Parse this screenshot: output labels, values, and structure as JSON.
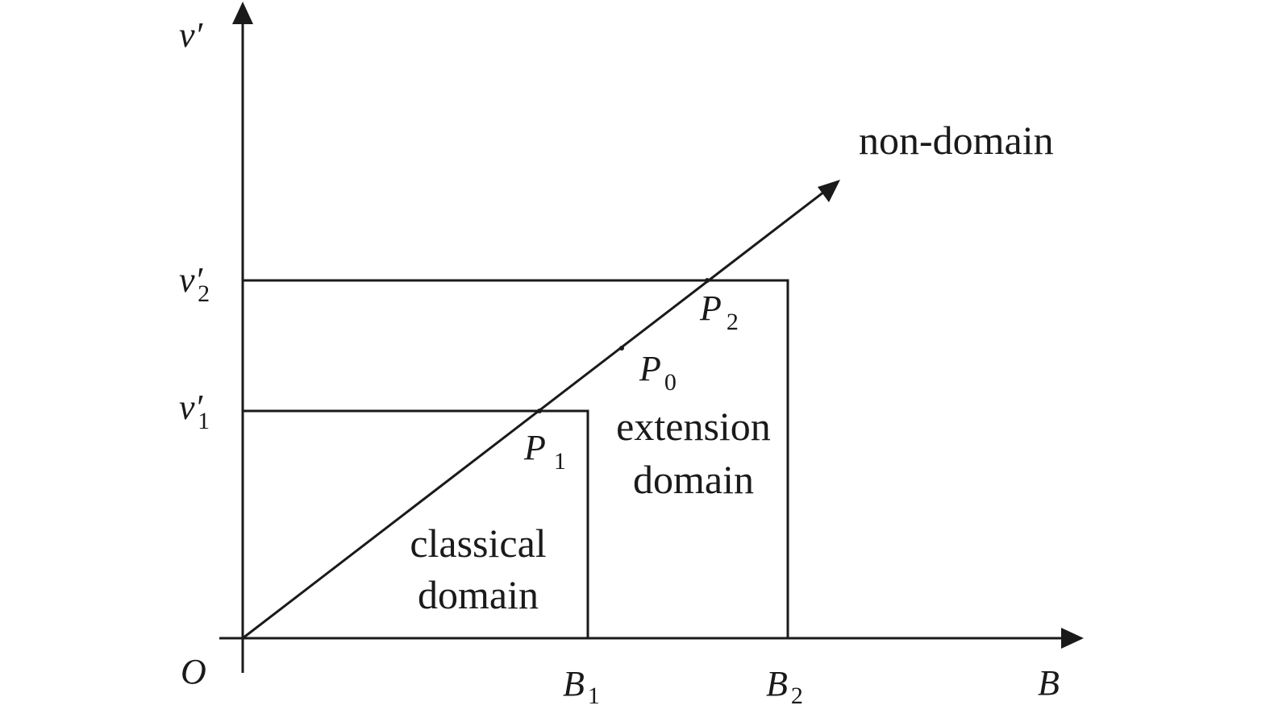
{
  "axes": {
    "y_label": "v′",
    "x_label": "B",
    "origin_label": "O"
  },
  "y_ticks": [
    {
      "base": "v′",
      "sub": "2"
    },
    {
      "base": "v′",
      "sub": "1"
    }
  ],
  "x_ticks": [
    {
      "base": "B",
      "sub": "1"
    },
    {
      "base": "B",
      "sub": "2"
    }
  ],
  "points": {
    "p2": {
      "base": "P",
      "sub": "2"
    },
    "p0": {
      "base": "P",
      "sub": "0"
    },
    "p1": {
      "base": "P",
      "sub": "1"
    }
  },
  "regions": {
    "non_domain": "non-domain",
    "extension_line1": "extension",
    "extension_line2": "domain",
    "classical_line1": "classical",
    "classical_line2": "domain"
  }
}
